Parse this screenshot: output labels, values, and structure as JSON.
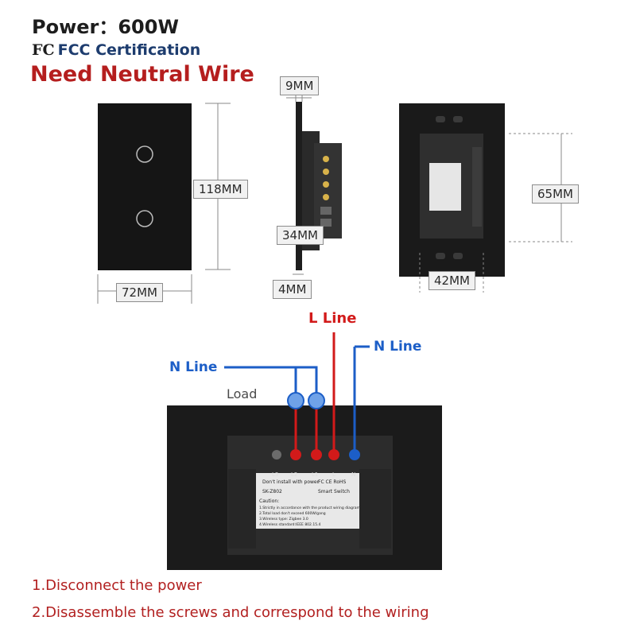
{
  "header": {
    "power": "Power：600W",
    "fcc_logo": "FC",
    "fcc": "FCC Certification",
    "neutral": "Need Neutral Wire"
  },
  "dimensions": {
    "thickness_top": "9MM",
    "height": "118MM",
    "width": "72MM",
    "depth": "34MM",
    "rear_lip": "4MM",
    "box_height": "65MM",
    "box_width": "42MM"
  },
  "wiring": {
    "l_line": "L Line",
    "n_line_right": "N Line",
    "n_line_left": "N Line",
    "load": "Load"
  },
  "module": {
    "terminals": [
      "L3",
      "L2",
      "L1",
      "L",
      "N"
    ],
    "warning": "Don't install with power",
    "marks": "FC CE RoHS",
    "model": "SK-Z802",
    "product": "Smart Switch",
    "caution_title": "Caution:",
    "caution_lines": [
      "1.Strictly in accordance with the product wiring diagram",
      "2.Total load don't exceed 600W/gang",
      "3.Wireless type: Zigbee 3.0",
      "4.Wireless standard:IEEE 802.15.4"
    ]
  },
  "steps": [
    "1.Disconnect the power",
    "2.Disassemble the screws and correspond to the wiring"
  ],
  "colors": {
    "red_wire": "#d21a1a",
    "blue_wire": "#1c5ec7",
    "panel": "#1b1b1b",
    "accent_red": "#b51e1e"
  }
}
